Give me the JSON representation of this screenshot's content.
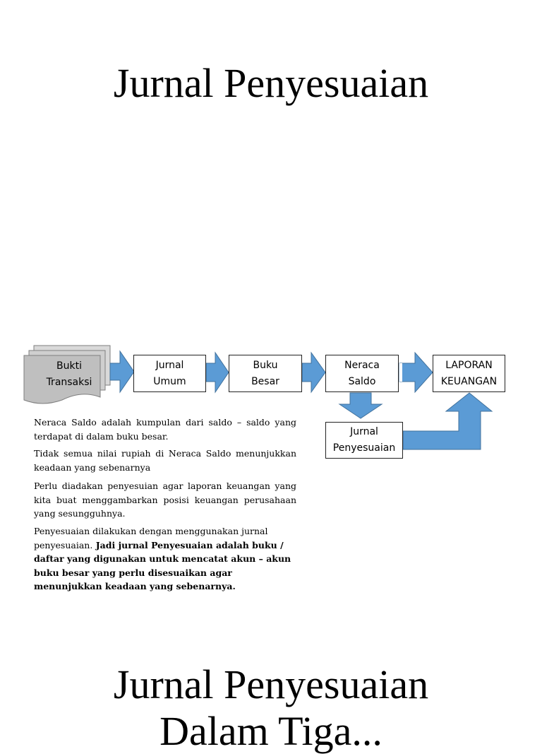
{
  "slide1": {
    "title": "Jurnal Penyesuaian",
    "flow": {
      "source": "Bukti\nTransaksi",
      "jurnal_umum": "Jurnal\nUmum",
      "buku_besar": "Buku\nBesar",
      "neraca_saldo": "Neraca\nSaldo",
      "laporan_keuangan": "LAPORAN\nKEUANGAN",
      "jurnal_penyesuaian": "Jurnal\nPenyesuaian"
    },
    "paragraphs": [
      "Neraca Saldo adalah kumpulan dari saldo – saldo yang terdapat di dalam buku besar.",
      "Tidak semua nilai rupiah di Neraca Saldo menunjukkan keadaan yang sebenarnya",
      "Perlu diadakan penyesuian agar laporan keuangan yang kita buat menggambarkan posisi keuangan perusahaan yang sesungguhnya.",
      "Penyesuaian dilakukan dengan menggunakan jurnal penyesuaian.",
      "Jadi jurnal Penyesuaian adalah buku / daftar yang digunakan untuk mencatat akun – akun buku besar yang perlu disesuaikan agar menunjukkan keadaan yang sebenarnya."
    ],
    "colors": {
      "arrow": "#5b9bd5",
      "document_fill": "#bfbfbf"
    }
  },
  "slide2": {
    "title_line1": "Jurnal Penyesuaian",
    "title_line2": "Dalam Tiga..."
  }
}
